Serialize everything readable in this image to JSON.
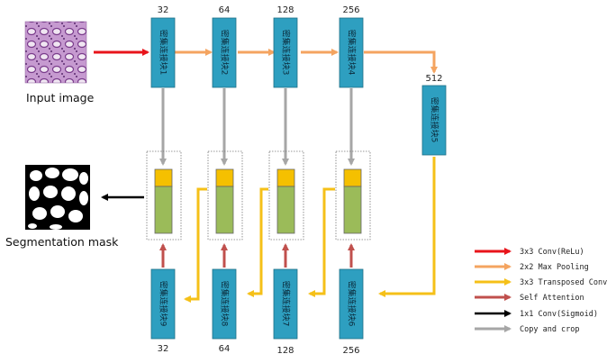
{
  "captions": {
    "input": "Input image",
    "output": "Segmentation mask"
  },
  "encoder": [
    {
      "label": "密集连接块1",
      "channels": "32"
    },
    {
      "label": "密集连接块2",
      "channels": "64"
    },
    {
      "label": "密集连接块3",
      "channels": "128"
    },
    {
      "label": "密集连接块4",
      "channels": "256"
    }
  ],
  "bottleneck": {
    "label": "密集连接块5",
    "channels": "512"
  },
  "decoder": [
    {
      "label": "密集连接块9",
      "channels": "32"
    },
    {
      "label": "密集连接块8",
      "channels": "64"
    },
    {
      "label": "密集连接块7",
      "channels": "128"
    },
    {
      "label": "密集连接块6",
      "channels": "256"
    }
  ],
  "legend": [
    {
      "text": "3x3 Conv(ReLu)",
      "color": "#e8141b"
    },
    {
      "text": "2x2 Max Pooling",
      "color": "#f4a460"
    },
    {
      "text": "3x3 Transposed Conv",
      "color": "#f5c018"
    },
    {
      "text": "Self Attention",
      "color": "#c0504d"
    },
    {
      "text": "1x1 Conv(Sigmoid)",
      "color": "#000000"
    },
    {
      "text": "Copy and crop",
      "color": "#a6a6a6"
    }
  ],
  "colors": {
    "block": "#2e9fc0",
    "block_border": "#1f6f86",
    "attention_top": "#f5c000",
    "feature_green": "#9bbb59",
    "pool": "#f4a460",
    "transposed": "#f5c018",
    "copy": "#a6a6a6",
    "conv": "#e8141b",
    "self_attention": "#c0504d",
    "sigmoid": "#000000"
  }
}
